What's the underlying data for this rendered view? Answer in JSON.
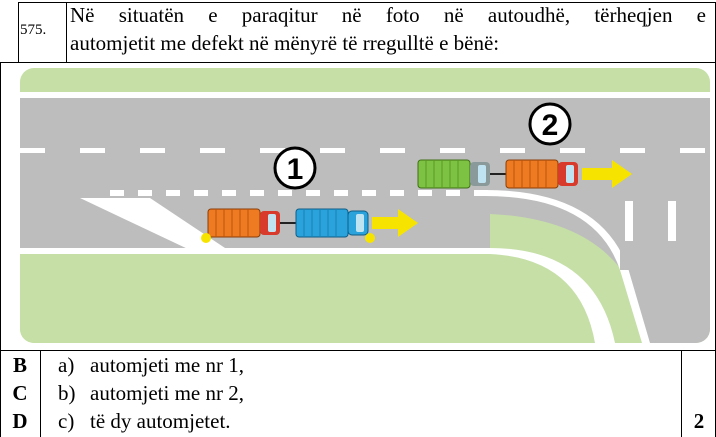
{
  "question": {
    "number": "575.",
    "line1": "Në situatën e paraqitur në foto në autoudhë, tërheqjen e",
    "line2": "automjetit me defekt në mënyrë të rregulltë e bënë:"
  },
  "figure": {
    "label_1": "1",
    "label_2": "2"
  },
  "answers": [
    {
      "letter": "B",
      "option": "a)",
      "text": "automjeti me nr 1,"
    },
    {
      "letter": "C",
      "option": "b)",
      "text": "automjeti me nr 2,"
    },
    {
      "letter": "D",
      "option": "c)",
      "text": "të dy automjetet."
    }
  ],
  "points": "2",
  "colors": {
    "grass": "#c5dfa7",
    "road": "#bdbdbd",
    "arrow": "#f6e400",
    "truck_orange": "#ee7a22",
    "truck_blue": "#2aa3dc",
    "truck_green": "#7dc242",
    "cab_red": "#d83a2c"
  }
}
